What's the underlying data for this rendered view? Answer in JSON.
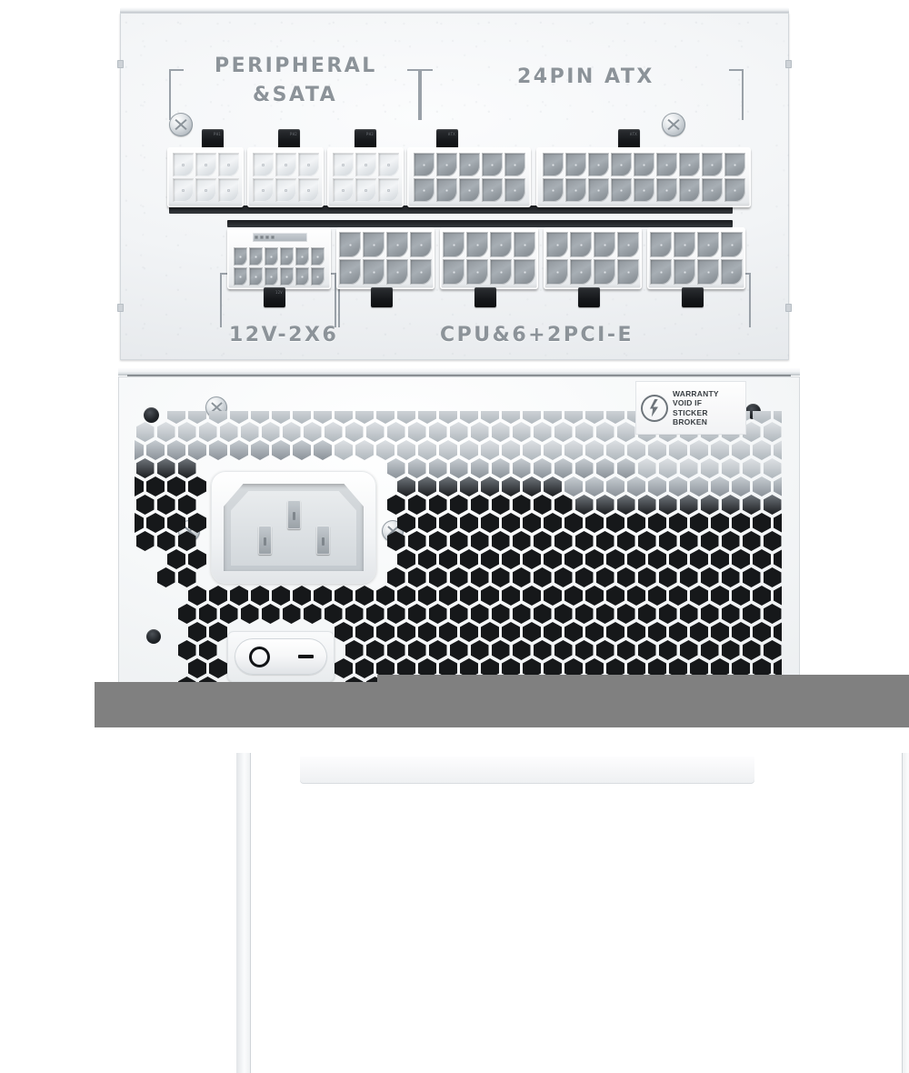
{
  "product": {
    "type": "atx-power-supply",
    "views": [
      "modular-connector-panel",
      "rear-panel"
    ]
  },
  "top_panel": {
    "labels": {
      "peripheral_line1": "PERIPHERAL",
      "peripheral_line2": "&SATA",
      "atx": "24PIN ATX",
      "twelve_v": "12V-2X6",
      "cpu_pcie": "CPU&6+2PCI-E"
    },
    "connectors_top_row": [
      {
        "name": "peripheral-sata-1",
        "columns": 3,
        "rows": 2,
        "pins": 6
      },
      {
        "name": "peripheral-sata-2",
        "columns": 3,
        "rows": 2,
        "pins": 6
      },
      {
        "name": "peripheral-sata-3",
        "columns": 3,
        "rows": 2,
        "pins": 6
      },
      {
        "name": "atx-24pin-left",
        "columns": 5,
        "rows": 2,
        "pins": 10
      },
      {
        "name": "atx-24pin-right",
        "columns": 9,
        "rows": 2,
        "pins": 18
      }
    ],
    "connectors_bottom_row": [
      {
        "name": "12v-2x6",
        "columns": 6,
        "rows": 2,
        "pins": 12,
        "sense_pins": 4
      },
      {
        "name": "cpu-pcie-1",
        "columns": 4,
        "rows": 2,
        "pins": 8
      },
      {
        "name": "cpu-pcie-2",
        "columns": 4,
        "rows": 2,
        "pins": 8
      },
      {
        "name": "cpu-pcie-3",
        "columns": 4,
        "rows": 2,
        "pins": 8
      },
      {
        "name": "cpu-pcie-4",
        "columns": 4,
        "rows": 2,
        "pins": 8
      }
    ],
    "screws": 2
  },
  "bottom_panel": {
    "warranty_sticker": {
      "line1": "WARRANTY",
      "line2": "VOID IF",
      "line3": "STICKER",
      "line4": "BROKEN"
    },
    "power_inlet": {
      "name": "iec-c14-inlet",
      "pins": 3
    },
    "power_switch": {
      "off_symbol": "O",
      "on_symbol": "—"
    },
    "mesh": {
      "pattern": "honeycomb",
      "shape": "hexagon"
    },
    "screws": 3
  },
  "colors": {
    "chassis_white": "#f2f4f6",
    "pin_gray": "#8e949a",
    "latch_black": "#17191c",
    "silk_text": "#8c9399",
    "overlay_gray": "#808080",
    "mesh_hole": "#16181a"
  }
}
